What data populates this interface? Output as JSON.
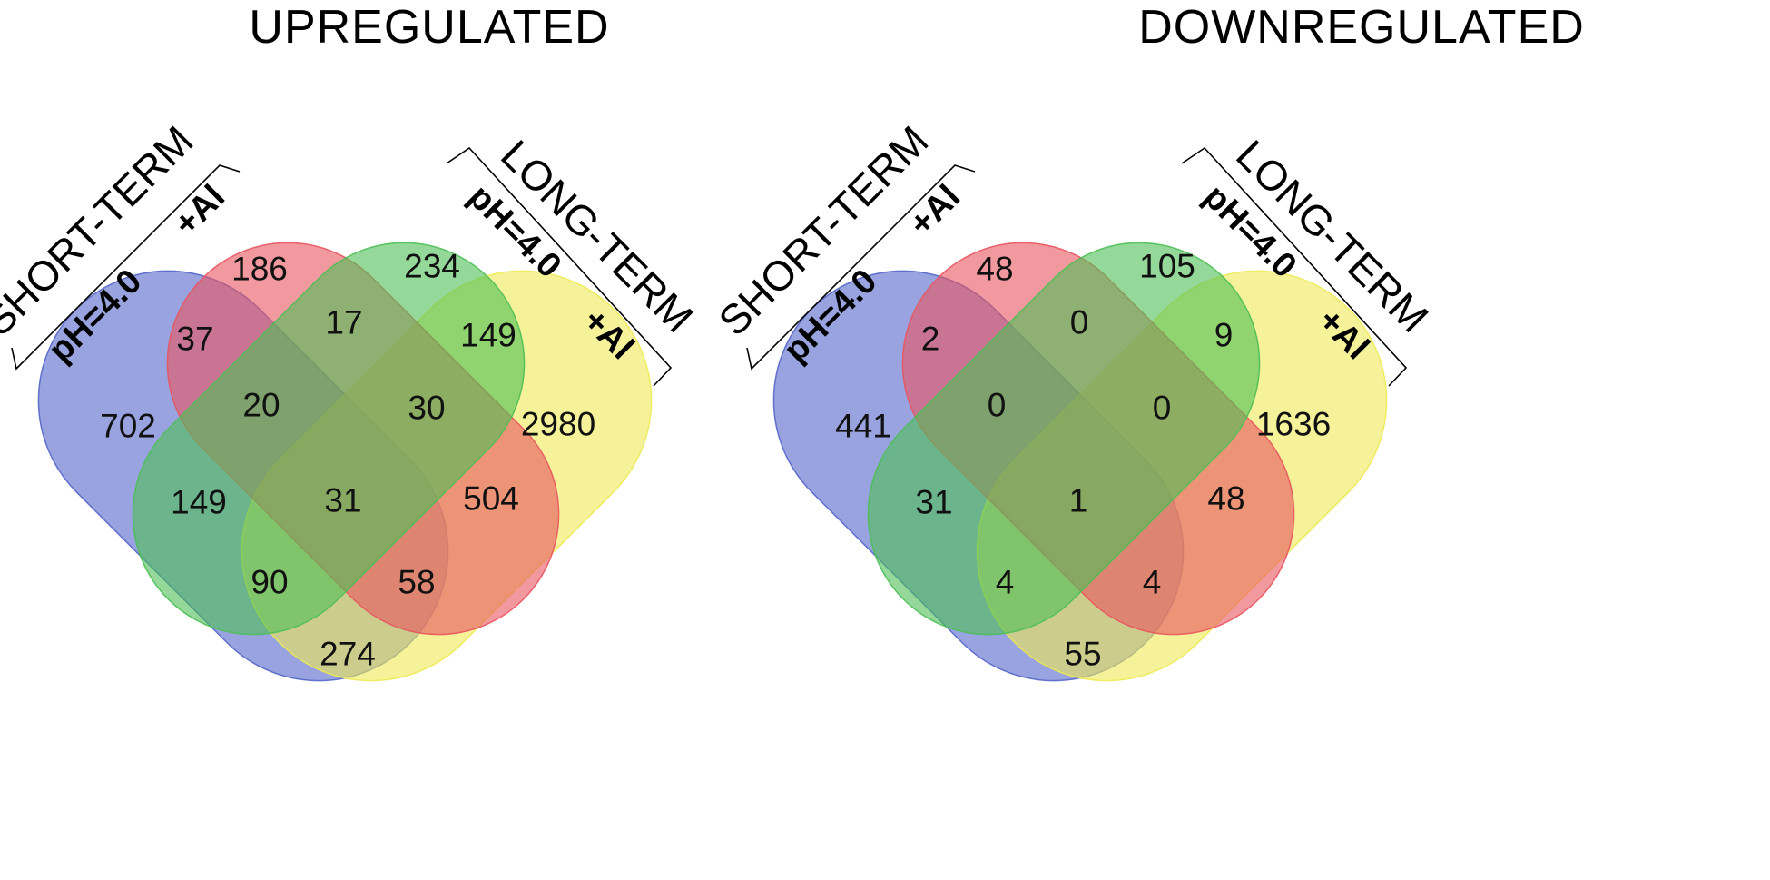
{
  "titles": {
    "left": "UPREGULATED",
    "right": "DOWNREGULATED"
  },
  "groups": {
    "short_term": "SHORT-TERM",
    "long_term": "LONG-TERM",
    "ph": "pH=4.0",
    "al": "+Al"
  },
  "colors": {
    "blue": "#5466c9",
    "red": "#e8555f",
    "green": "#4cbf55",
    "yellow": "#eeea55"
  },
  "venns": [
    {
      "name": "upregulated",
      "counts": {
        "red_only": "186",
        "green_only": "234",
        "blue_only": "702",
        "yellow_only": "2980",
        "blue_red": "37",
        "red_green": "17",
        "green_yellow": "149",
        "blue_red_green": "20",
        "red_green_yellow": "30",
        "blue_green": "149",
        "all": "31",
        "red_yellow": "504",
        "blue_green_yellow": "90",
        "blue_red_yellow": "58",
        "blue_yellow": "274"
      }
    },
    {
      "name": "downregulated",
      "counts": {
        "red_only": "48",
        "green_only": "105",
        "blue_only": "441",
        "yellow_only": "1636",
        "blue_red": "2",
        "red_green": "0",
        "green_yellow": "9",
        "blue_red_green": "0",
        "red_green_yellow": "0",
        "blue_green": "31",
        "all": "1",
        "red_yellow": "48",
        "blue_green_yellow": "4",
        "blue_red_yellow": "4",
        "blue_yellow": "55"
      }
    }
  ]
}
